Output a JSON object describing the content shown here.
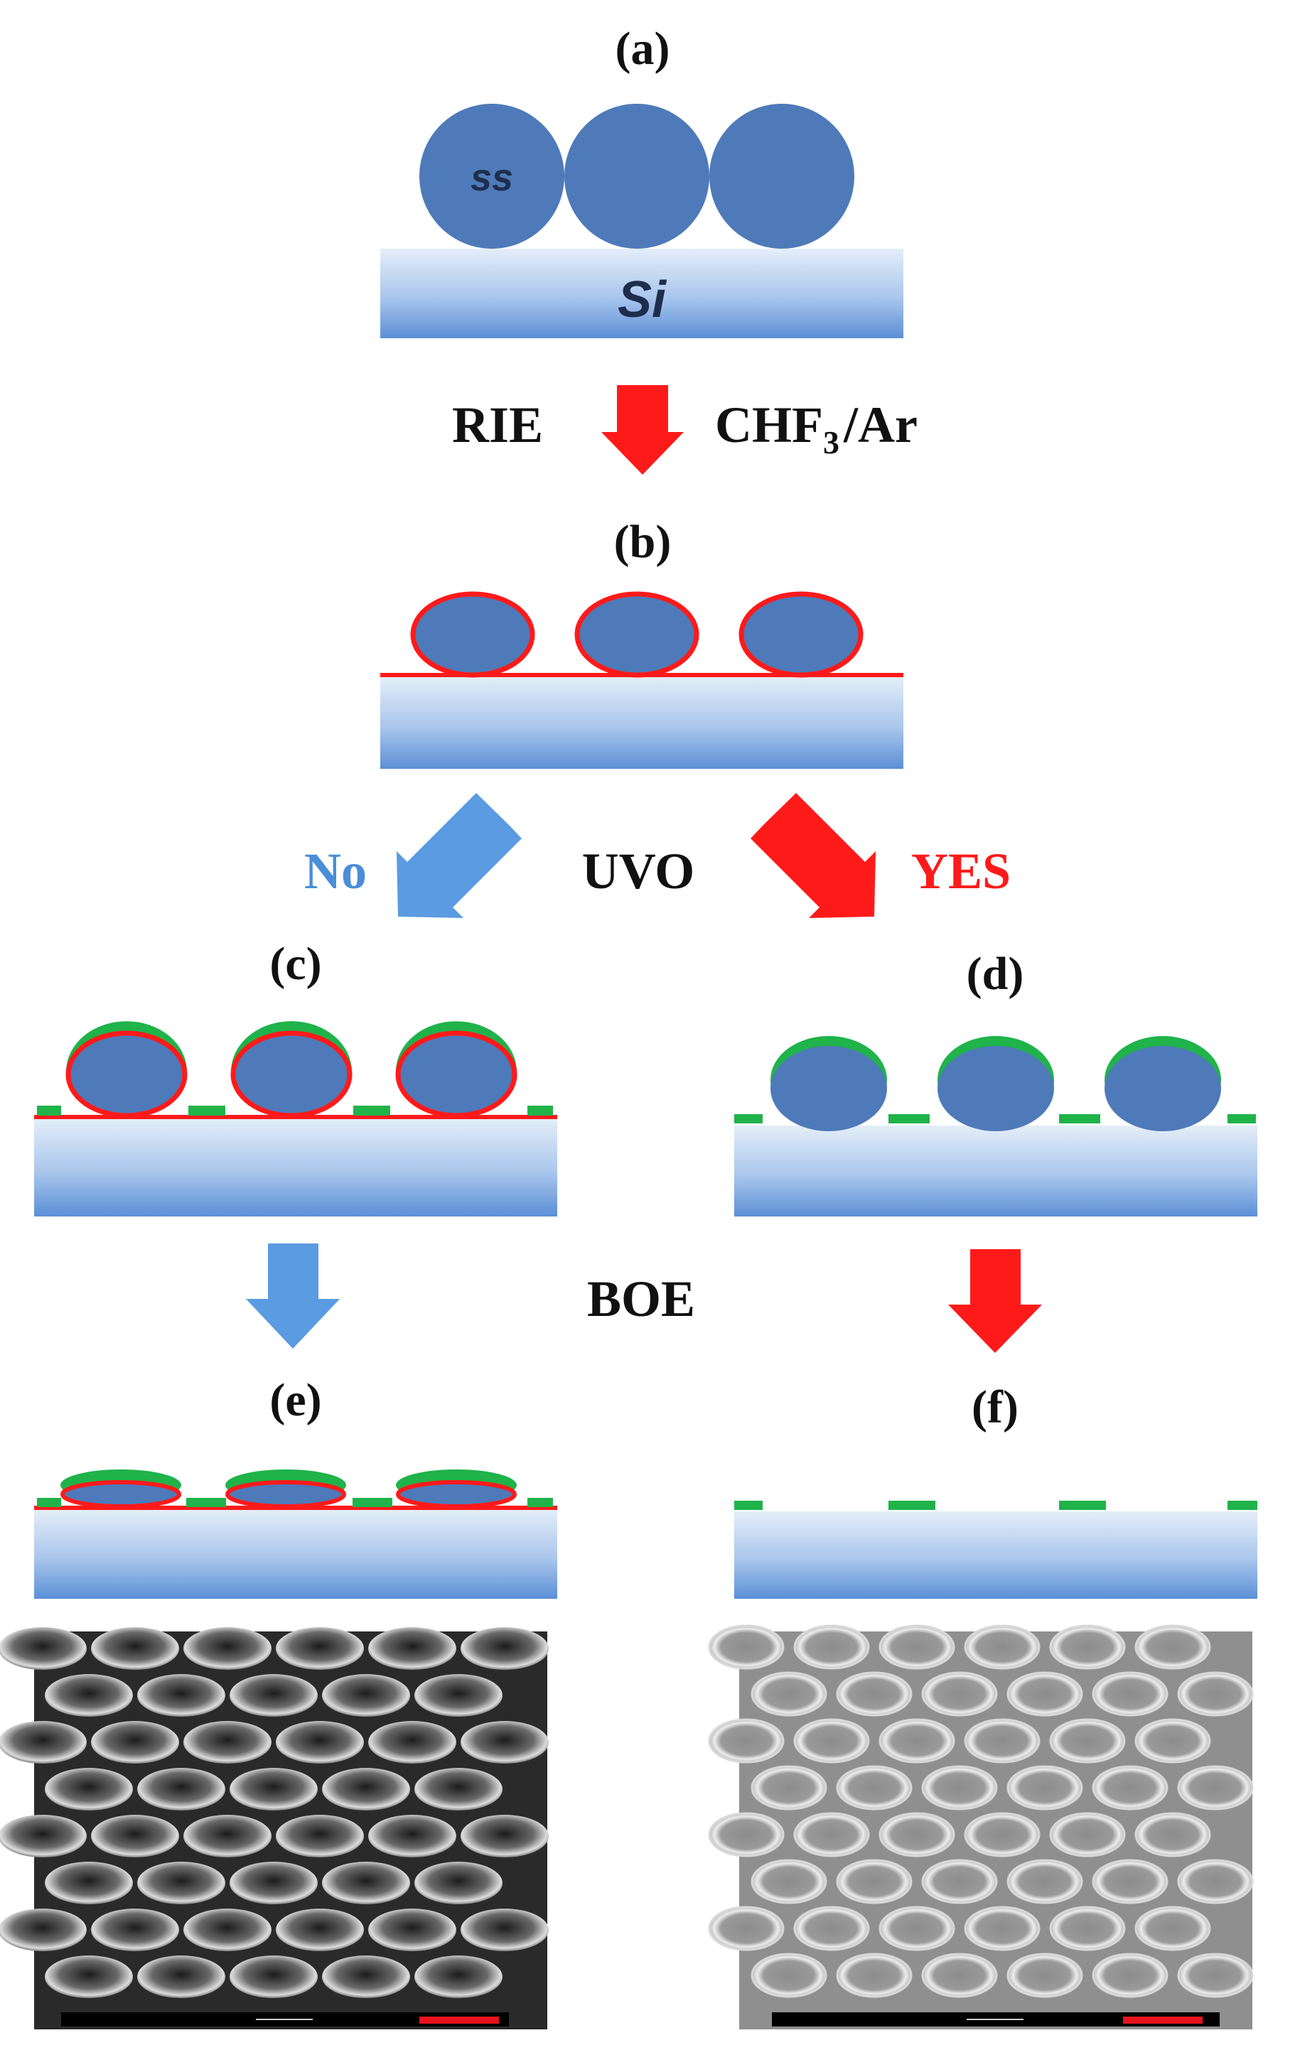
{
  "panels": {
    "a": "(a)",
    "b": "(b)",
    "c": "(c)",
    "d": "(d)",
    "e": "(e)",
    "f": "(f)"
  },
  "labels": {
    "sphere": "ss",
    "substrate": "Si",
    "rie": "RIE",
    "gas_main": "CHF",
    "gas_sub": "3",
    "gas_tail": "/Ar",
    "uvo": "UVO",
    "no": "No",
    "yes": "YES",
    "boe": "BOE"
  },
  "colors": {
    "sphere": "#4e7ab9",
    "substrate_top": "#dbe8f7",
    "substrate_bottom": "#5b8fd6",
    "red": "#ff1a1a",
    "blue_arrow": "#5a9be2",
    "green": "#1fb34a",
    "no_text": "#4a8ed8",
    "yes_text": "#ff1a1a"
  },
  "icons": {
    "sem_left": "sem-image-icon",
    "sem_right": "sem-image-icon"
  }
}
